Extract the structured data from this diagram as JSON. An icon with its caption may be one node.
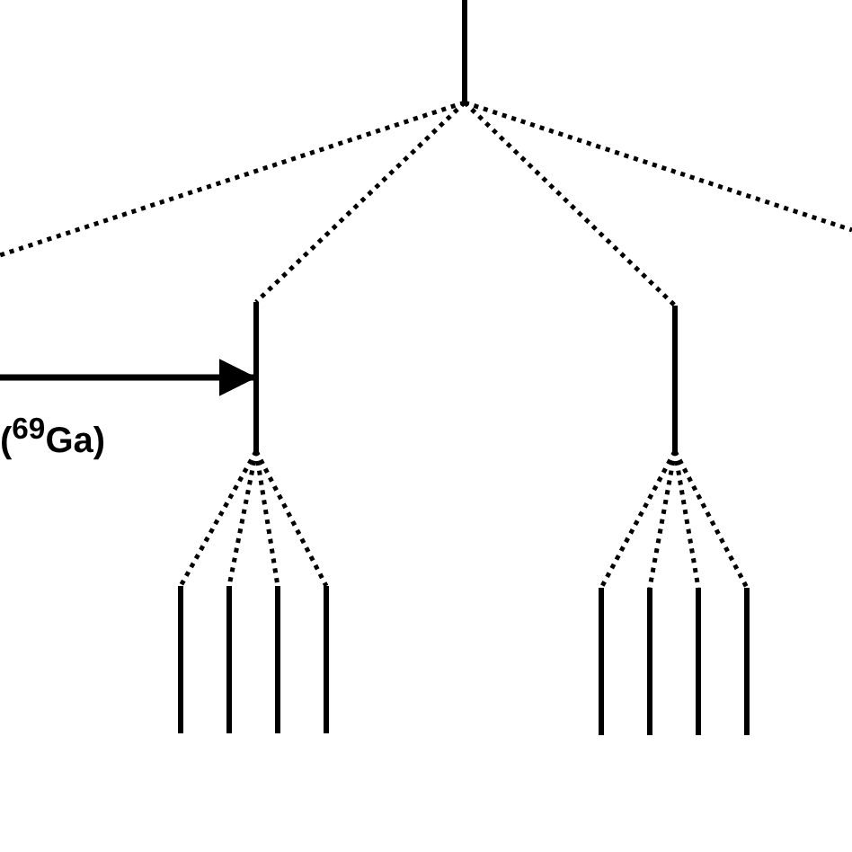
{
  "diagram": {
    "nodes": [
      {
        "text": [],
        "shape": "bar"
      },
      {
        "text": [],
        "shape": "bar"
      },
      {
        "text": [],
        "shape": "bar"
      },
      {
        "text": [],
        "shape": "bar"
      },
      {
        "text": [],
        "shape": "bar"
      },
      {
        "text": [],
        "shape": "bar"
      },
      {
        "text": [],
        "shape": "bar"
      },
      {
        "text": [],
        "shape": "bar"
      },
      {
        "text": [],
        "shape": "bar"
      },
      {
        "text": [],
        "shape": "bar"
      },
      {
        "text": [],
        "shape": "bar"
      }
    ],
    "edges": [
      {
        "from": 0,
        "to": null,
        "arrow": "none",
        "style": "dashed"
      },
      {
        "from": 0,
        "to": 1,
        "arrow": "none",
        "style": "dashed"
      },
      {
        "from": 0,
        "to": 2,
        "arrow": "none",
        "style": "dashed"
      },
      {
        "from": 0,
        "to": null,
        "arrow": "none",
        "style": "dashed"
      },
      {
        "from": 1,
        "to": 3,
        "arrow": "none",
        "style": "dashed"
      },
      {
        "from": 1,
        "to": 4,
        "arrow": "none",
        "style": "dashed"
      },
      {
        "from": 1,
        "to": 5,
        "arrow": "none",
        "style": "dashed"
      },
      {
        "from": 1,
        "to": 6,
        "arrow": "none",
        "style": "dashed"
      },
      {
        "from": 2,
        "to": 7,
        "arrow": "none",
        "style": "dashed"
      },
      {
        "from": 2,
        "to": 8,
        "arrow": "none",
        "style": "dashed"
      },
      {
        "from": 2,
        "to": 9,
        "arrow": "none",
        "style": "dashed"
      },
      {
        "from": 2,
        "to": 10,
        "arrow": "none",
        "style": "dashed"
      },
      {
        "from": null,
        "to": 1,
        "arrow": "to"
      }
    ],
    "labels": [
      "($^{69}$Ga)"
    ]
  }
}
